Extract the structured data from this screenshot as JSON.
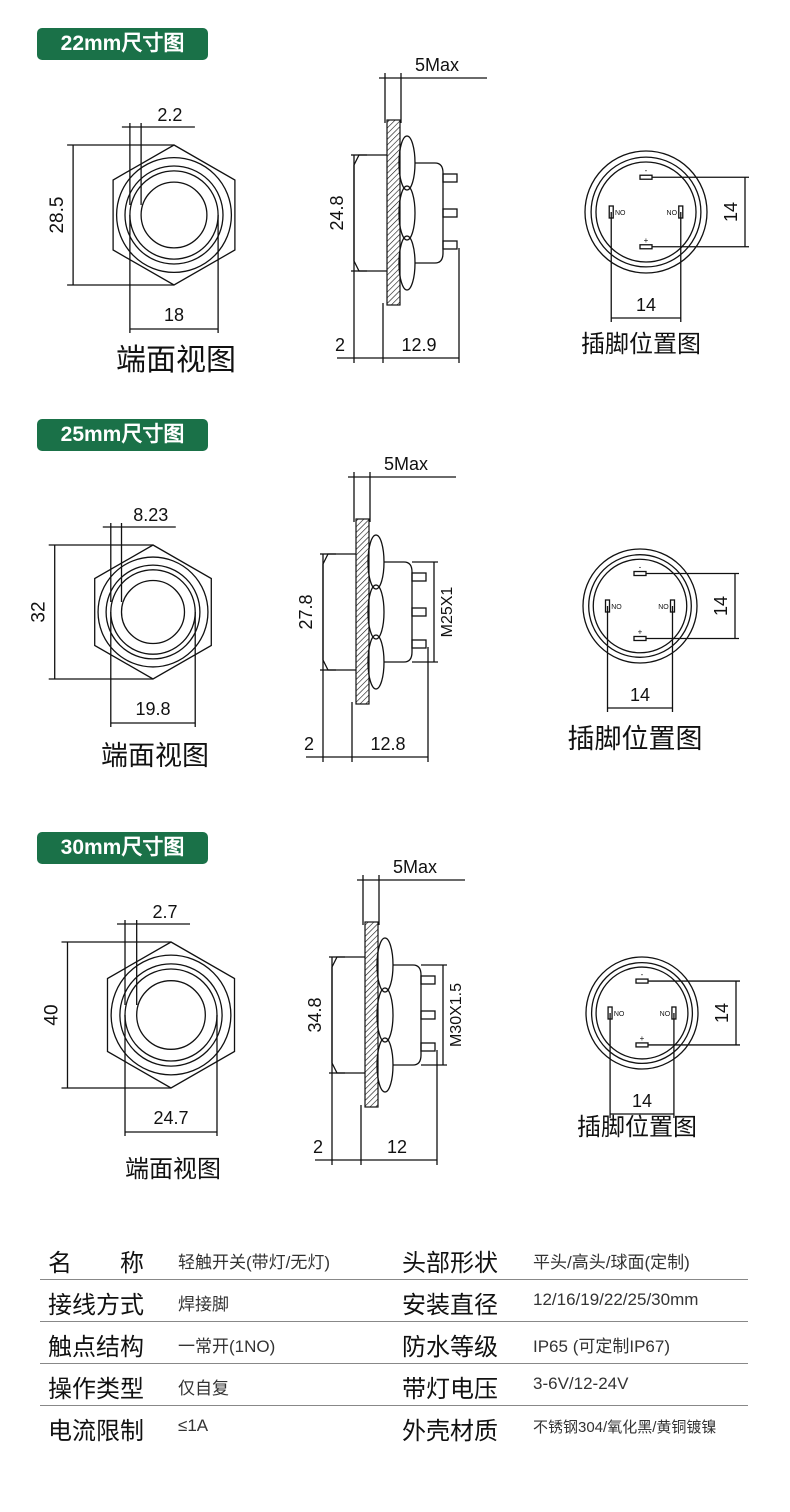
{
  "sections": [
    {
      "header": "22mm尺寸图",
      "front": {
        "offset": "2.2",
        "height": "28.5",
        "width": "18",
        "caption": "端面视图"
      },
      "side": {
        "max": "5Max",
        "height": "24.8",
        "thread": "",
        "panel": "2",
        "depth": "12.9"
      },
      "pins": {
        "v": "14",
        "h": "14",
        "caption": "插脚位置图",
        "no": "NO",
        "plus": "+",
        "minus": "-"
      }
    },
    {
      "header": "25mm尺寸图",
      "front": {
        "offset": "8.23",
        "height": "32",
        "width": "19.8",
        "caption": "端面视图"
      },
      "side": {
        "max": "5Max",
        "height": "27.8",
        "thread": "M25X1",
        "panel": "2",
        "depth": "12.8"
      },
      "pins": {
        "v": "14",
        "h": "14",
        "caption": "插脚位置图",
        "no": "NO",
        "plus": "+",
        "minus": "-"
      }
    },
    {
      "header": "30mm尺寸图",
      "front": {
        "offset": "2.7",
        "height": "40",
        "width": "24.7",
        "caption": "端面视图"
      },
      "side": {
        "max": "5Max",
        "height": "34.8",
        "thread": "M30X1.5",
        "panel": "2",
        "depth": "12"
      },
      "pins": {
        "v": "14",
        "h": "14",
        "caption": "插脚位置图",
        "no": "NO",
        "plus": "+",
        "minus": "-"
      }
    }
  ],
  "specs": [
    {
      "label1": "名　　称",
      "value1": "轻触开关(带灯/无灯)",
      "label2": "头部形状",
      "value2": "平头/高头/球面(定制)"
    },
    {
      "label1": "接线方式",
      "value1": "焊接脚",
      "label2": "安装直径",
      "value2": "12/16/19/22/25/30mm"
    },
    {
      "label1": "触点结构",
      "value1": "一常开(1NO)",
      "label2": "防水等级",
      "value2": "IP65 (可定制IP67)"
    },
    {
      "label1": "操作类型",
      "value1": "仅自复",
      "label2": "带灯电压",
      "value2": "3-6V/12-24V"
    },
    {
      "label1": "电流限制",
      "value1": "≤1A",
      "label2": "外壳材质",
      "value2": "不锈钢304/氧化黑/黄铜镀镍"
    }
  ],
  "colors": {
    "accent": "#1a7148"
  }
}
